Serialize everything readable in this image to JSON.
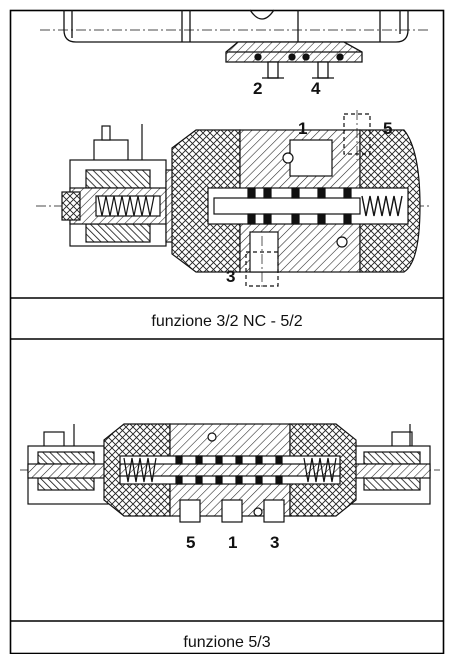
{
  "panels": [
    {
      "caption": "funzione 3/2 NC - 5/2",
      "ports_top": [
        "2",
        "4"
      ],
      "ports_main": [
        "1",
        "5",
        "3"
      ]
    },
    {
      "caption": "funzione 5/3",
      "ports": [
        "5",
        "1",
        "3"
      ]
    }
  ]
}
